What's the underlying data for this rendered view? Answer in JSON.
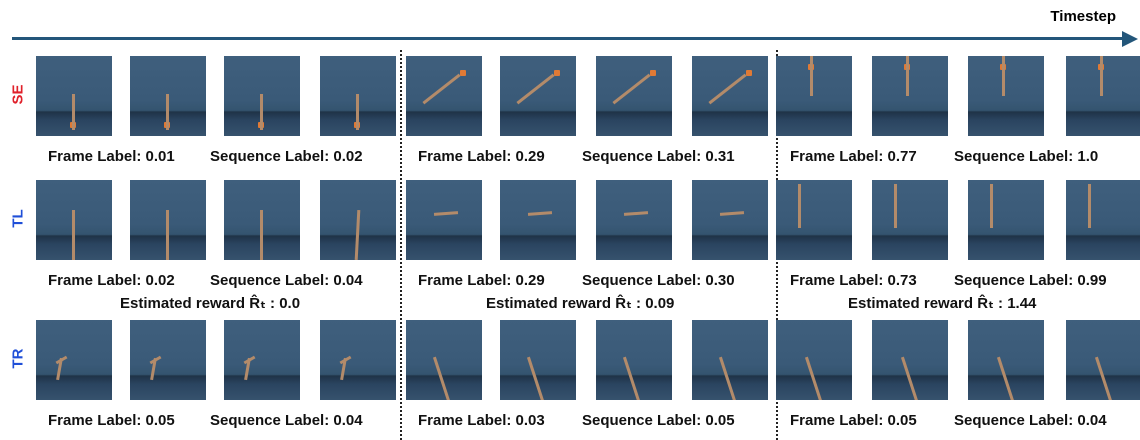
{
  "header": {
    "timestep_label": "Timestep"
  },
  "colors": {
    "axis": "#23567a",
    "se_label": "#e0202a",
    "tl_label": "#1f4fd8",
    "tr_label": "#1f4fd8"
  },
  "rows": [
    {
      "id": "SE",
      "label": "SE",
      "groups": [
        {
          "frame_label": "Frame Label: 0.01",
          "sequence_label": "Sequence Label: 0.02"
        },
        {
          "frame_label": "Frame Label: 0.29",
          "sequence_label": "Sequence Label: 0.31"
        },
        {
          "frame_label": "Frame Label: 0.77",
          "sequence_label": "Sequence Label: 1.0"
        }
      ]
    },
    {
      "id": "TL",
      "label": "TL",
      "groups": [
        {
          "frame_label": "Frame Label: 0.02",
          "sequence_label": "Sequence Label: 0.04",
          "estimated_reward": "Estimated reward R̂ₜ : 0.0"
        },
        {
          "frame_label": "Frame Label: 0.29",
          "sequence_label": "Sequence Label: 0.30",
          "estimated_reward": "Estimated reward R̂ₜ : 0.09"
        },
        {
          "frame_label": "Frame Label: 0.73",
          "sequence_label": "Sequence Label: 0.99",
          "estimated_reward": "Estimated reward R̂ₜ : 1.44"
        }
      ]
    },
    {
      "id": "TR",
      "label": "TR",
      "groups": [
        {
          "frame_label": "Frame Label: 0.05",
          "sequence_label": "Sequence Label: 0.04"
        },
        {
          "frame_label": "Frame Label: 0.03",
          "sequence_label": "Sequence Label: 0.05"
        },
        {
          "frame_label": "Frame Label: 0.05",
          "sequence_label": "Sequence Label: 0.04"
        }
      ]
    }
  ]
}
